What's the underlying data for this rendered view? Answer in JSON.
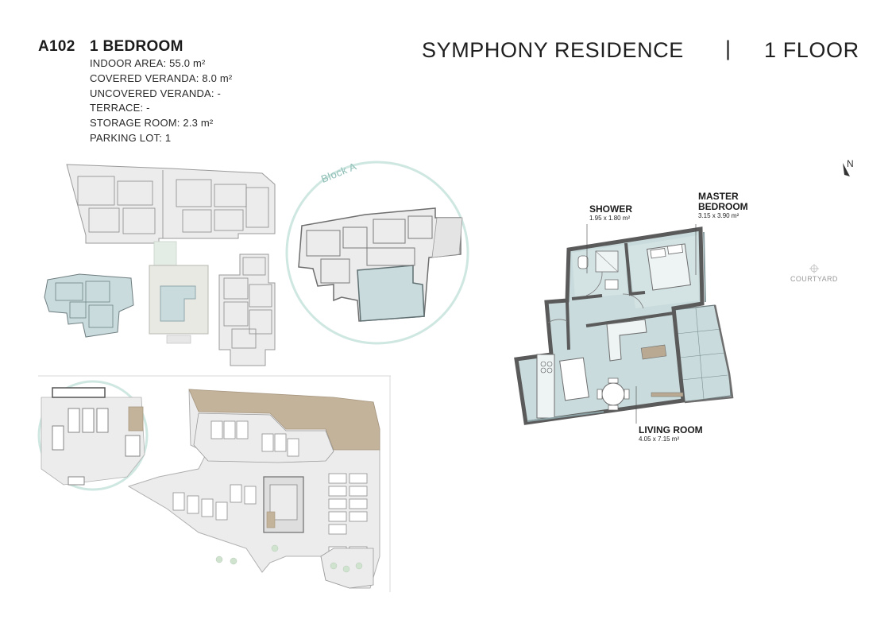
{
  "unit": {
    "code": "A102",
    "type": "1 BEDROOM",
    "specs": [
      "INDOOR AREA: 55.0 m²",
      "COVERED VERANDA: 8.0 m²",
      "UNCOVERED VERANDA: -",
      "TERRACE: -",
      "STORAGE ROOM: 2.3 m²",
      "PARKING LOT: 1"
    ]
  },
  "header": {
    "project": "SYMPHONY RESIDENCE",
    "separator": "|",
    "floor": "1 FLOOR"
  },
  "compass": {
    "label": "N",
    "icon": "north-arrow-icon"
  },
  "site_plan": {
    "block_label": "Block A"
  },
  "floor_plan": {
    "courtyard_label": "COURTYARD",
    "rooms": [
      {
        "name": "SHOWER",
        "dimensions": "1.95 x 1.80 m²"
      },
      {
        "name": "MASTER BEDROOM",
        "name_line1": "MASTER",
        "name_line2": "BEDROOM",
        "dimensions": "3.15 x 3.90 m²"
      },
      {
        "name": "LIVING ROOM",
        "dimensions": "4.05 x 7.15 m²"
      }
    ]
  },
  "colors": {
    "highlight": "#c9dbdc",
    "circle": "#cfe7e1",
    "wall": "#6e6e6e",
    "site": "#ececec",
    "paving": "#c4b39b"
  }
}
